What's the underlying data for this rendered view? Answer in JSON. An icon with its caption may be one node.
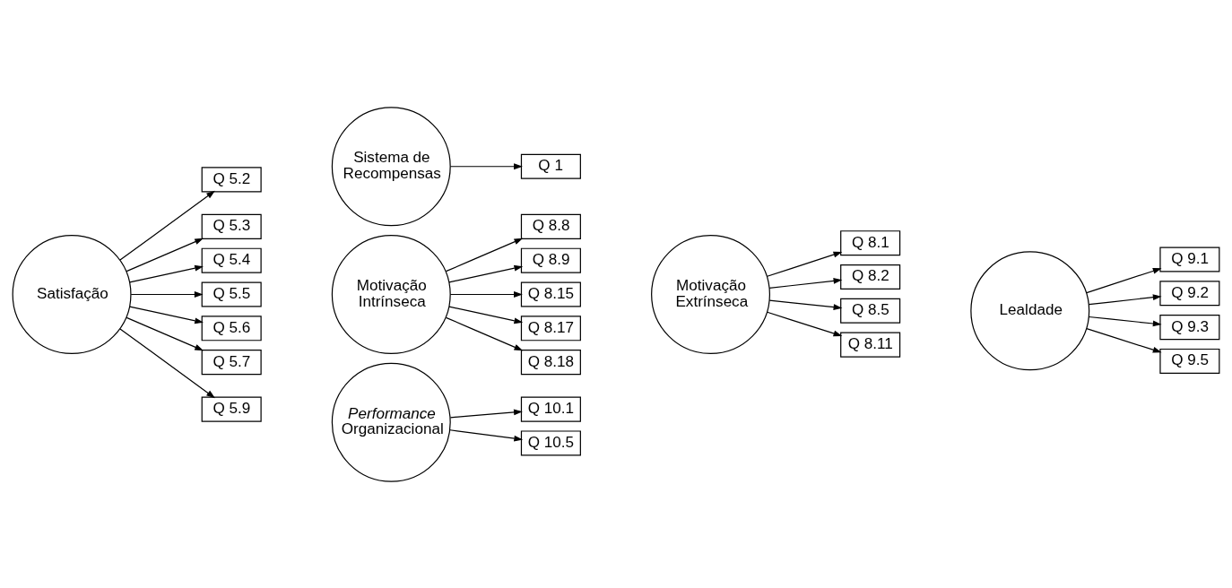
{
  "diagram": {
    "nodes": [
      {
        "text": [
          "Sistema de Recompensas"
        ]
      },
      {
        "text": [
          "Q 1"
        ]
      },
      {
        "text": [
          "Satisfação"
        ]
      },
      {
        "text": [
          "Q 5.2"
        ]
      },
      {
        "text": [
          "Q 5.3"
        ]
      },
      {
        "text": [
          "Q 5.4"
        ]
      },
      {
        "text": [
          "Q 5.5"
        ]
      },
      {
        "text": [
          "Q 5.6"
        ]
      },
      {
        "text": [
          "Q 5.7"
        ]
      },
      {
        "text": [
          "Q 5.9"
        ]
      },
      {
        "text": [
          "Motivação Intrínseca"
        ]
      },
      {
        "text": [
          "Q 8.8"
        ]
      },
      {
        "text": [
          "Q 8.9"
        ]
      },
      {
        "text": [
          "Q 8.15"
        ]
      },
      {
        "text": [
          "Q 8.17"
        ]
      },
      {
        "text": [
          "Q 8.18"
        ]
      },
      {
        "text": [
          "Motivação Extrínseca"
        ]
      },
      {
        "text": [
          "Q 8.1"
        ]
      },
      {
        "text": [
          "Q 8.2"
        ]
      },
      {
        "text": [
          "Q 8.5"
        ]
      },
      {
        "text": [
          "Q 8.11"
        ]
      },
      {
        "text": [
          "Lealdade"
        ]
      },
      {
        "text": [
          "Q 9.1"
        ]
      },
      {
        "text": [
          "Q 9.2"
        ]
      },
      {
        "text": [
          "Q 9.3"
        ]
      },
      {
        "text": [
          "Q 9.5"
        ]
      },
      {
        "text": [
          "*Performance* Organizacional"
        ]
      },
      {
        "text": [
          "Q 10.1"
        ]
      },
      {
        "text": [
          "Q 10.5"
        ]
      }
    ],
    "edges": [
      {
        "from": 0,
        "to": 1,
        "arrow": "to"
      },
      {
        "from": 2,
        "to": 3,
        "arrow": "to"
      },
      {
        "from": 2,
        "to": 4,
        "arrow": "to"
      },
      {
        "from": 2,
        "to": 5,
        "arrow": "to"
      },
      {
        "from": 2,
        "to": 6,
        "arrow": "to"
      },
      {
        "from": 2,
        "to": 7,
        "arrow": "to"
      },
      {
        "from": 2,
        "to": 8,
        "arrow": "to"
      },
      {
        "from": 2,
        "to": 9,
        "arrow": "to"
      },
      {
        "from": 10,
        "to": 11,
        "arrow": "to"
      },
      {
        "from": 10,
        "to": 12,
        "arrow": "to"
      },
      {
        "from": 10,
        "to": 13,
        "arrow": "to"
      },
      {
        "from": 10,
        "to": 14,
        "arrow": "to"
      },
      {
        "from": 10,
        "to": 15,
        "arrow": "to"
      },
      {
        "from": 16,
        "to": 17,
        "arrow": "to"
      },
      {
        "from": 16,
        "to": 18,
        "arrow": "to"
      },
      {
        "from": 16,
        "to": 19,
        "arrow": "to"
      },
      {
        "from": 16,
        "to": 20,
        "arrow": "to"
      },
      {
        "from": 21,
        "to": 22,
        "arrow": "to"
      },
      {
        "from": 21,
        "to": 23,
        "arrow": "to"
      },
      {
        "from": 21,
        "to": 24,
        "arrow": "to"
      },
      {
        "from": 21,
        "to": 25,
        "arrow": "to"
      },
      {
        "from": 26,
        "to": 27,
        "arrow": "to"
      },
      {
        "from": 26,
        "to": 28,
        "arrow": "to"
      }
    ]
  }
}
